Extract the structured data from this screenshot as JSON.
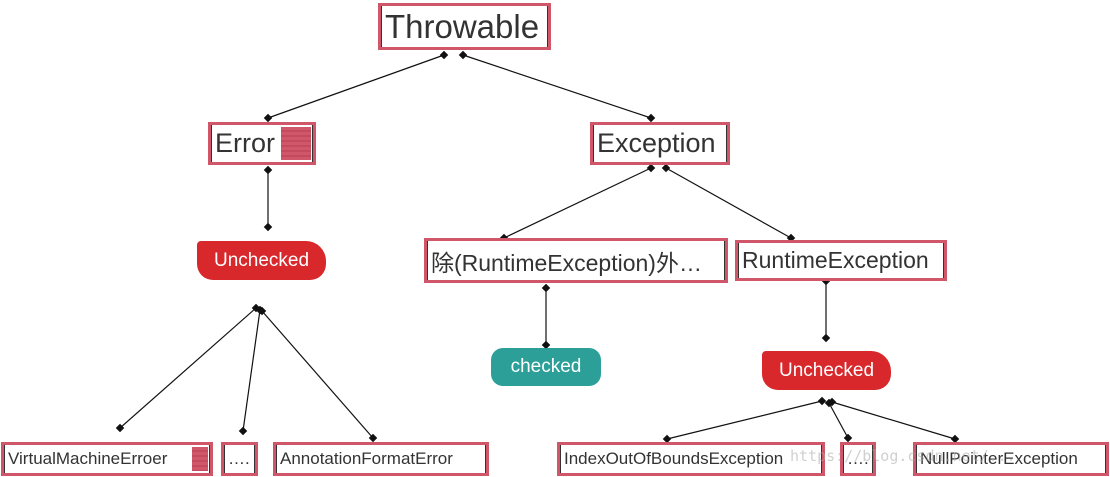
{
  "colors": {
    "node_border": "#d0566a",
    "node_end_caps": "#333333",
    "unchecked_tag": "#d8282c",
    "checked_tag": "#2b9f98",
    "edge": "#111111"
  },
  "nodes": {
    "throwable": "Throwable",
    "error": "Error",
    "exception": "Exception",
    "non_runtime": "除(RuntimeException)外…",
    "runtime_exception": "RuntimeException",
    "virtual_machine_error": "VirtualMachineErroer",
    "error_ellipsis": "….",
    "annotation_format_error": "AnnotationFormatError",
    "index_out_of_bounds": "IndexOutOfBoundsException",
    "runtime_ellipsis": "….",
    "null_pointer": "NullPointerException"
  },
  "tags": {
    "error_unchecked": "Unchecked",
    "checked": "checked",
    "runtime_unchecked": "Unchecked"
  },
  "watermark": "https://blog.csdn.net/..."
}
